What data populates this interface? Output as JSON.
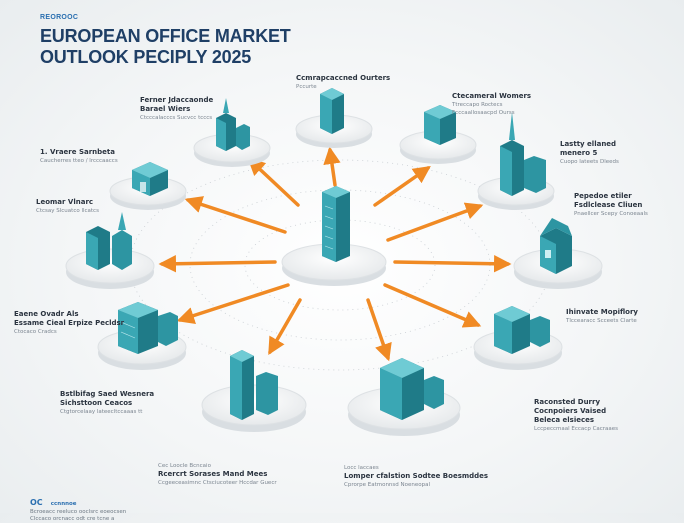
{
  "header": {
    "kicker": "REOROOC",
    "title_line1": "EUROPEAN OFFICE MARKET",
    "title_line2": "OUTLOOK PECIPLY 2025"
  },
  "nodes": [
    {
      "title": "Ccmrapcaccned Ourters",
      "sub": "Pccurte"
    },
    {
      "title": "Ferner Jdaccaonde",
      "sub": "Barael Wiers",
      "sub2": "Ctcccalacccs Sucvcc tcccs"
    },
    {
      "title": "Ctecameral Womers",
      "sub": "Ttreccapo Roctecs",
      "sub2": "Fcccaallosaacpd Ourss"
    },
    {
      "title": "1.   Vraere Sarnbeta",
      "sub": "Caucherres tteo / lrcccaaccs"
    },
    {
      "title": "Lastty ellaned",
      "sub": "menero 5",
      "sub2": "Cuopo Iateets Dleeds"
    },
    {
      "title": "Leomar Vlnarc",
      "sub": "Ctcsay Slcuatco llcatcs"
    },
    {
      "title": "Pepedoe etiler",
      "sub": "Fsdlclease Cliuen",
      "sub2": "Pnaellcer Scepy Conoeaals"
    },
    {
      "title": "Eaene Ovadr Als",
      "sub": "Essame Cieal Erpize Pecldsr",
      "sub2": "Ctocaco Cradcs"
    },
    {
      "title": "Ihinvate Mopiflory",
      "sub": "Tlccearacc Scceets Clarte"
    },
    {
      "title": "Bstlbifag Saed Wesnera",
      "sub": "Sichsttoon Ceacos",
      "sub2": "Ctgtorcelaay lateecltccaaas tt"
    },
    {
      "title": "Raconsted Durry",
      "sub": "Cocnpoiers Vaised",
      "sub2": "Beleca elsieces",
      "sub3": "Lccpeccmaal Eccacp Cacraaes"
    },
    {
      "title": "Rcercrt Sorases Mand Mees",
      "sub": "Ccgeeceasimnc Ctsciucoteer Hccdar Guecr",
      "kick": "Cec Loocle Bcncaio"
    },
    {
      "title": "Lomper cfalstion Sodtee Boesmddes",
      "sub": "Cprorpe Eatmonnsd Noeneopal",
      "kick": "Locc laccaes"
    }
  ],
  "footer": {
    "logo": "OC",
    "logo_text": "ccnnnoe",
    "line1": "Bcroeacc reeluco ooclsrc eoeocsen",
    "line2": "Clccaco orcnacc odt cre tcne a"
  },
  "colors": {
    "title": "#1f3f66",
    "kicker": "#2a6fb0",
    "arrow": "#f08a24",
    "building": "#3aa7b4",
    "building_dark": "#1f7b88",
    "platform": "#f3f4f5"
  },
  "center_icon": "tower-building-icon"
}
